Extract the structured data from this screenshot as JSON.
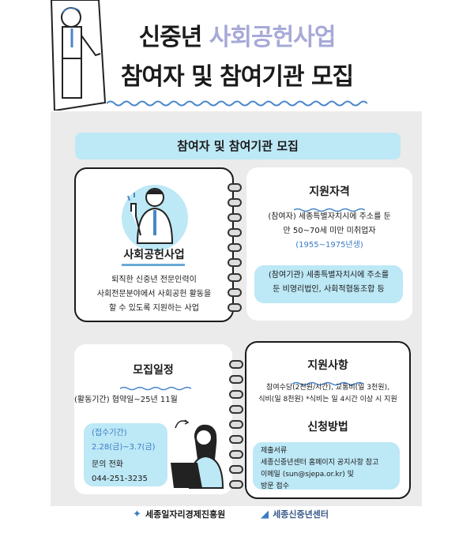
{
  "header": {
    "title_prefix": "신중년",
    "title_accent": "사회공헌사업",
    "title_line2": "참여자 및 참여기관 모집"
  },
  "banner": {
    "label": "참여자 및 참여기관 모집"
  },
  "intro": {
    "heading": "사회공헌사업",
    "desc": [
      "퇴직한 신중년 전문인력이",
      "사회전문분야에서 사회공헌 활동을",
      "할 수 있도록 지원하는 사업"
    ]
  },
  "eligibility": {
    "heading": "지원자격",
    "participant_line1": "(참여자) 세종특별자치시에 주소를 둔",
    "participant_line2": "만 50~70세 미만 미취업자",
    "participant_years": "(1955~1975년생)",
    "org_line1": "(참여기관)  세종특별자치시에 주소를",
    "org_line2": "둔 비영리법인, 사회적협동조합 등"
  },
  "schedule": {
    "heading": "모집일정",
    "period": "(활동기간) 협약일~25년 11월",
    "reception_label": "(접수기간)",
    "reception_dates": "2.28(금)~3.7(금)",
    "contact_label": "문의 전화",
    "contact_phone": "044-251-3235"
  },
  "support": {
    "heading": "지원사항",
    "line1": "참여수당(2천원/시간), 교통비(일 3천원),",
    "line2": "식비(일 8천원) *식비는 일 4시간 이상 시 지원"
  },
  "apply": {
    "heading": "신청방법",
    "lines": [
      "제출서류",
      "세종신중년센터 홈페이지 공지사항 참고",
      "이메일 (sun@sjepa.or.kr) 및",
      "방문 접수"
    ]
  },
  "footer": {
    "logo1": "세종일자리경제진흥원",
    "logo2": "세종신중년센터"
  },
  "colors": {
    "accent": "#a7a9d7",
    "highlight": "#bde8f6",
    "panel": "#ebebeb",
    "blue": "#3a7bc4"
  }
}
